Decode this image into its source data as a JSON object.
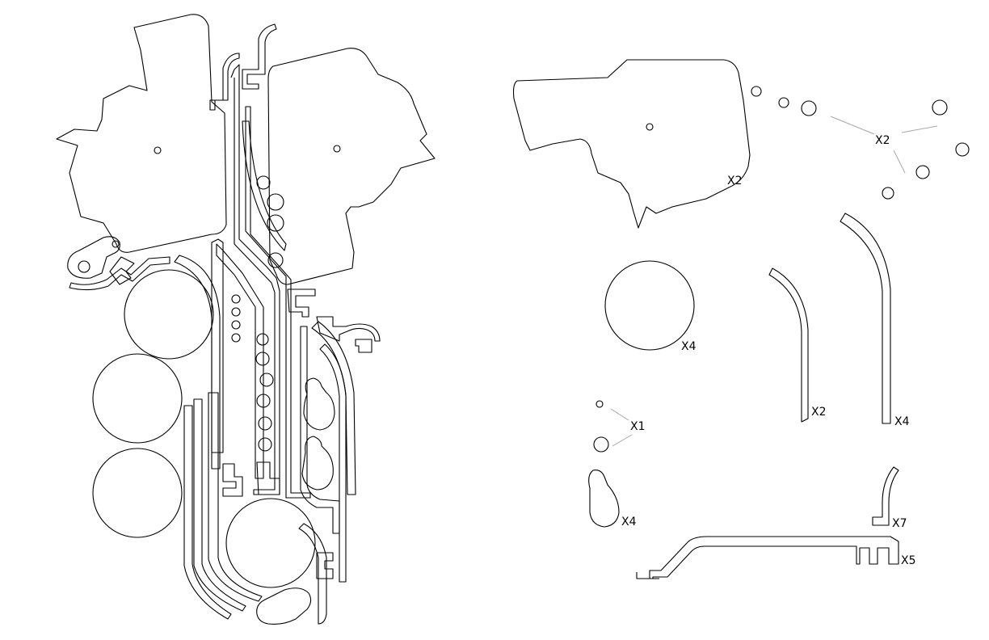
{
  "colors": {
    "line": "#000000",
    "leader": "#a8a8a8",
    "background": "#ffffff"
  },
  "labels": {
    "body_plate": "X2",
    "bosses": "X2",
    "drum": "X4",
    "guide_short": "X2",
    "guide_long": "X4",
    "pins": "X1",
    "cam": "X4",
    "hook": "X7",
    "bracket": "X5"
  }
}
